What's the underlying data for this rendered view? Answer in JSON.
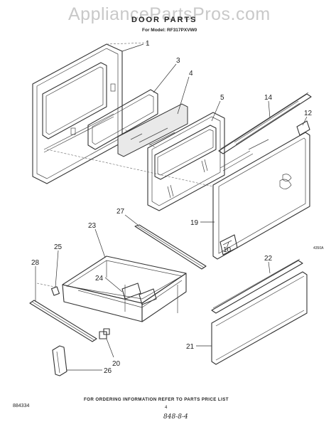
{
  "watermark": "AppliancePartsPros.com",
  "title": "DOOR PARTS",
  "model_line": "For Model: RF317PXVW0",
  "diagram_ref": "4350A",
  "footer_text": "FOR ORDERING INFORMATION REFER TO PARTS PRICE LIST",
  "page_number": "4",
  "doc_code": "884334",
  "handwritten_note": "848-8-4",
  "callouts": {
    "c1": "1",
    "c3": "3",
    "c4": "4",
    "c5": "5",
    "c14": "14",
    "c12": "12",
    "c19": "19",
    "c10": "10",
    "c27": "27",
    "c23": "23",
    "c25": "25",
    "c28": "28",
    "c24": "24",
    "c22": "22",
    "c20": "20",
    "c21": "21",
    "c26": "26"
  }
}
